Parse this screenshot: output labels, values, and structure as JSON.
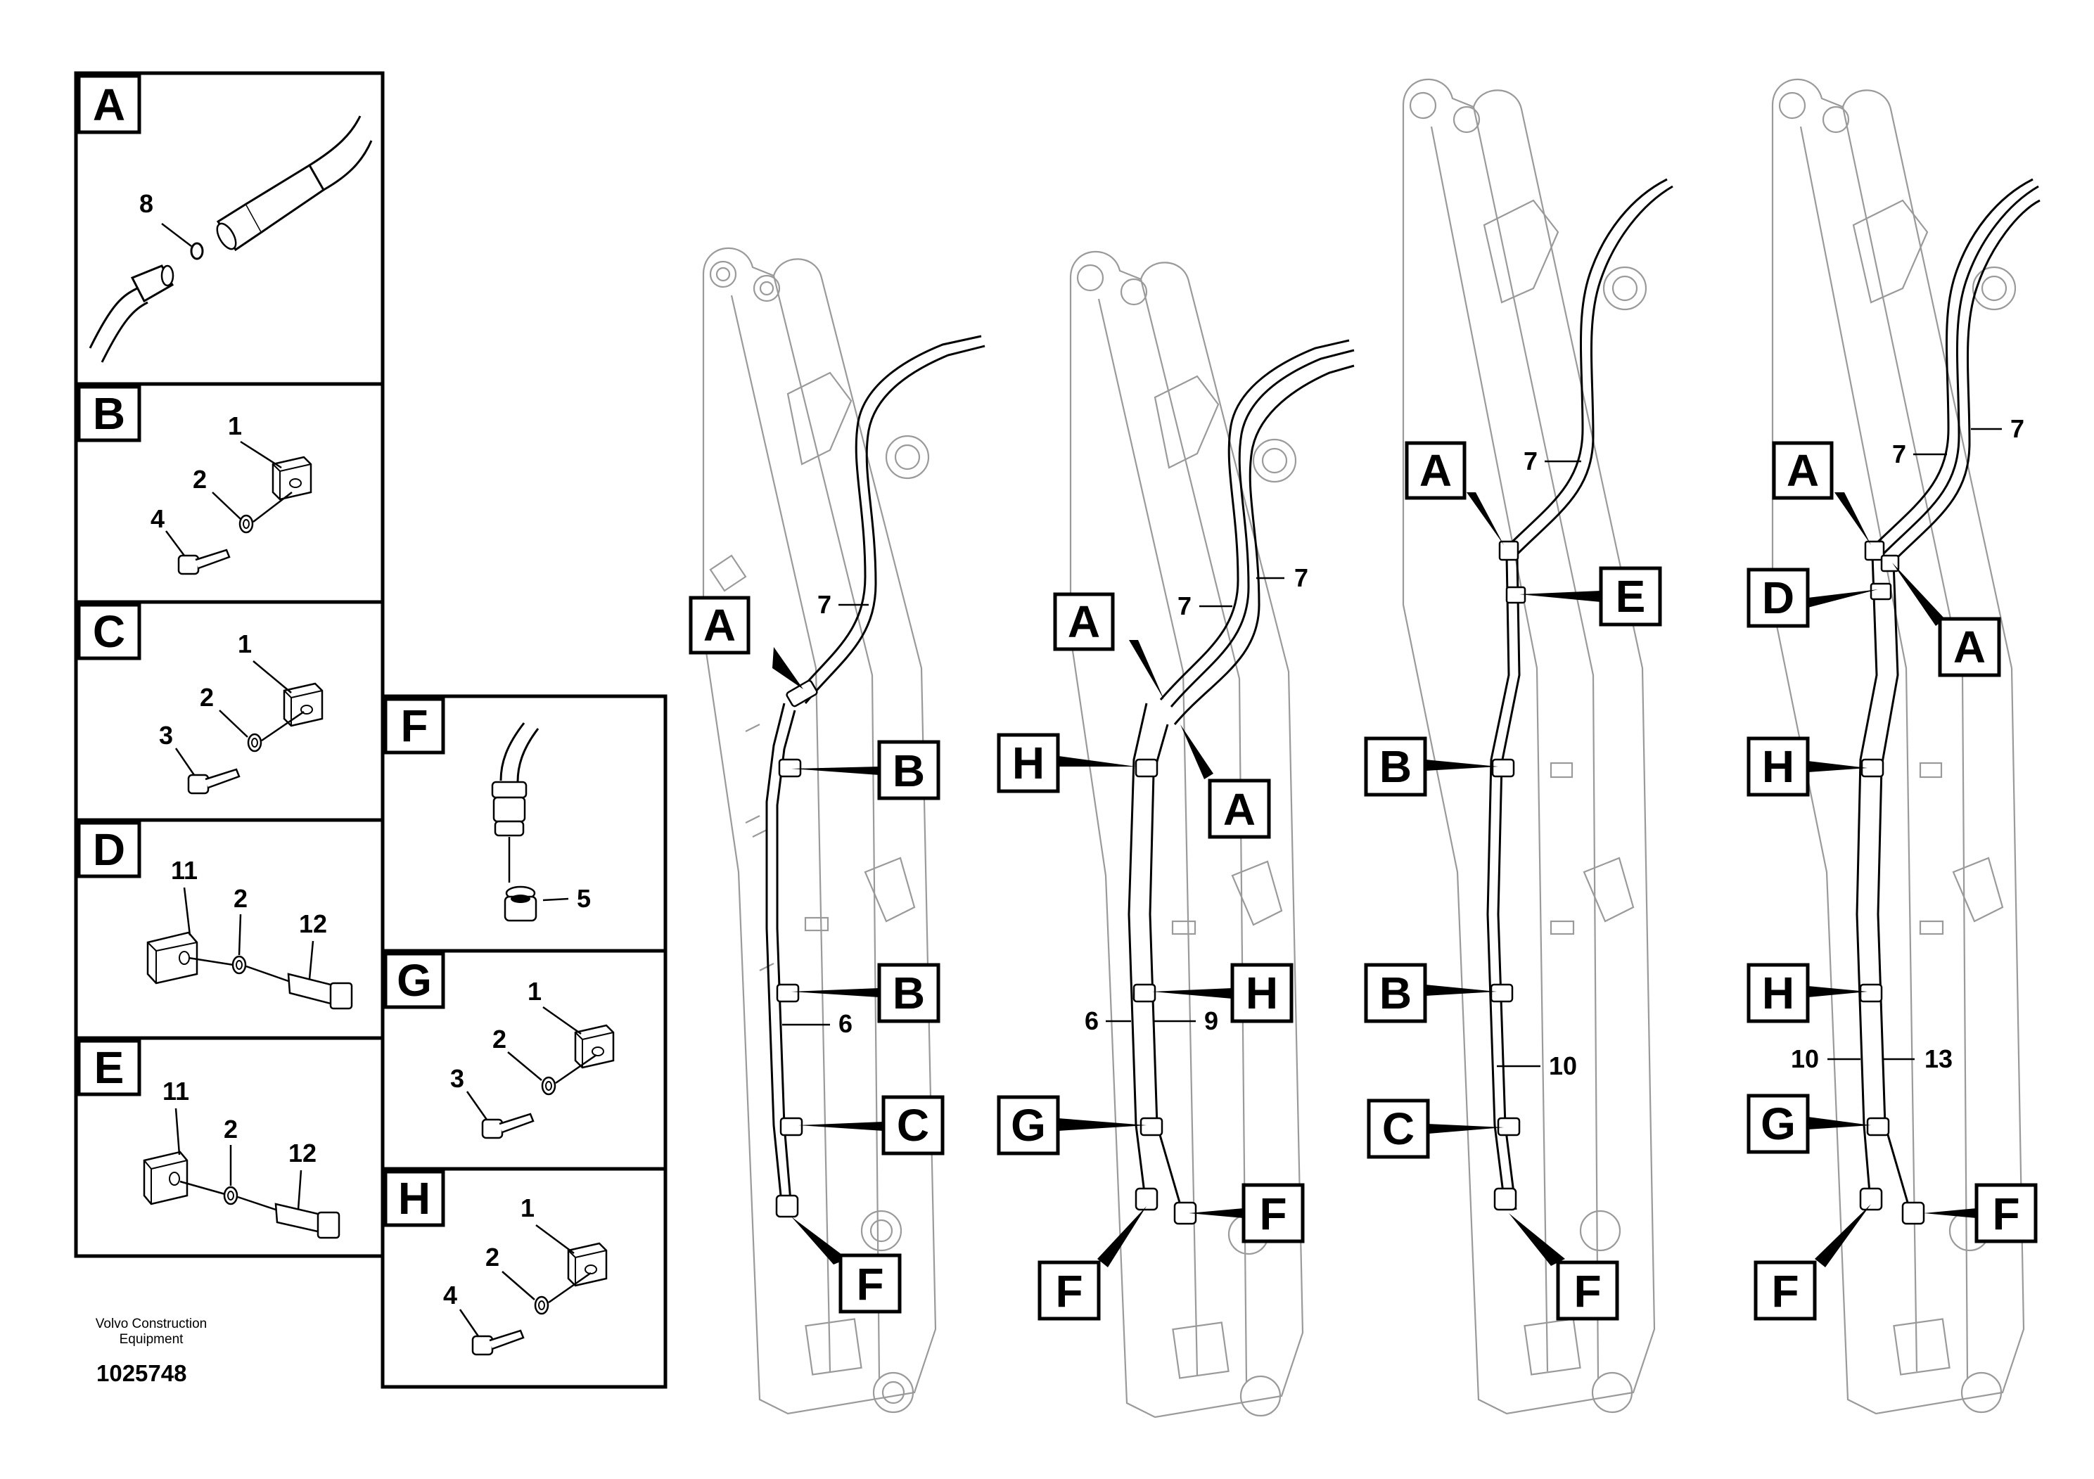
{
  "detail_panels": [
    {
      "letter": "A",
      "callouts": [
        "8"
      ]
    },
    {
      "letter": "B",
      "callouts": [
        "1",
        "2",
        "4"
      ]
    },
    {
      "letter": "C",
      "callouts": [
        "1",
        "2",
        "3"
      ]
    },
    {
      "letter": "D",
      "callouts": [
        "11",
        "2",
        "12"
      ]
    },
    {
      "letter": "E",
      "callouts": [
        "11",
        "2",
        "12"
      ]
    },
    {
      "letter": "F",
      "callouts": [
        "5"
      ]
    },
    {
      "letter": "G",
      "callouts": [
        "1",
        "2",
        "3"
      ]
    },
    {
      "letter": "H",
      "callouts": [
        "1",
        "2",
        "4"
      ]
    }
  ],
  "booms": [
    {
      "labels": [
        "A",
        "B",
        "B",
        "C",
        "F"
      ],
      "callouts": [
        "7",
        "6"
      ]
    },
    {
      "labels": [
        "A",
        "A",
        "H",
        "H",
        "G",
        "F",
        "F"
      ],
      "callouts": [
        "7",
        "7",
        "6",
        "9"
      ]
    },
    {
      "labels": [
        "A",
        "E",
        "B",
        "B",
        "C",
        "F"
      ],
      "callouts": [
        "7",
        "10"
      ]
    },
    {
      "labels": [
        "A",
        "D",
        "A",
        "H",
        "H",
        "G",
        "F",
        "F"
      ],
      "callouts": [
        "7",
        "7",
        "10",
        "13"
      ]
    }
  ],
  "footer": {
    "company_line1": "Volvo Construction",
    "company_line2": "Equipment",
    "drawing_number": "1025748"
  },
  "colors": {
    "ink": "#000000",
    "outline_faint": "#9a9a9a",
    "background": "#ffffff"
  }
}
